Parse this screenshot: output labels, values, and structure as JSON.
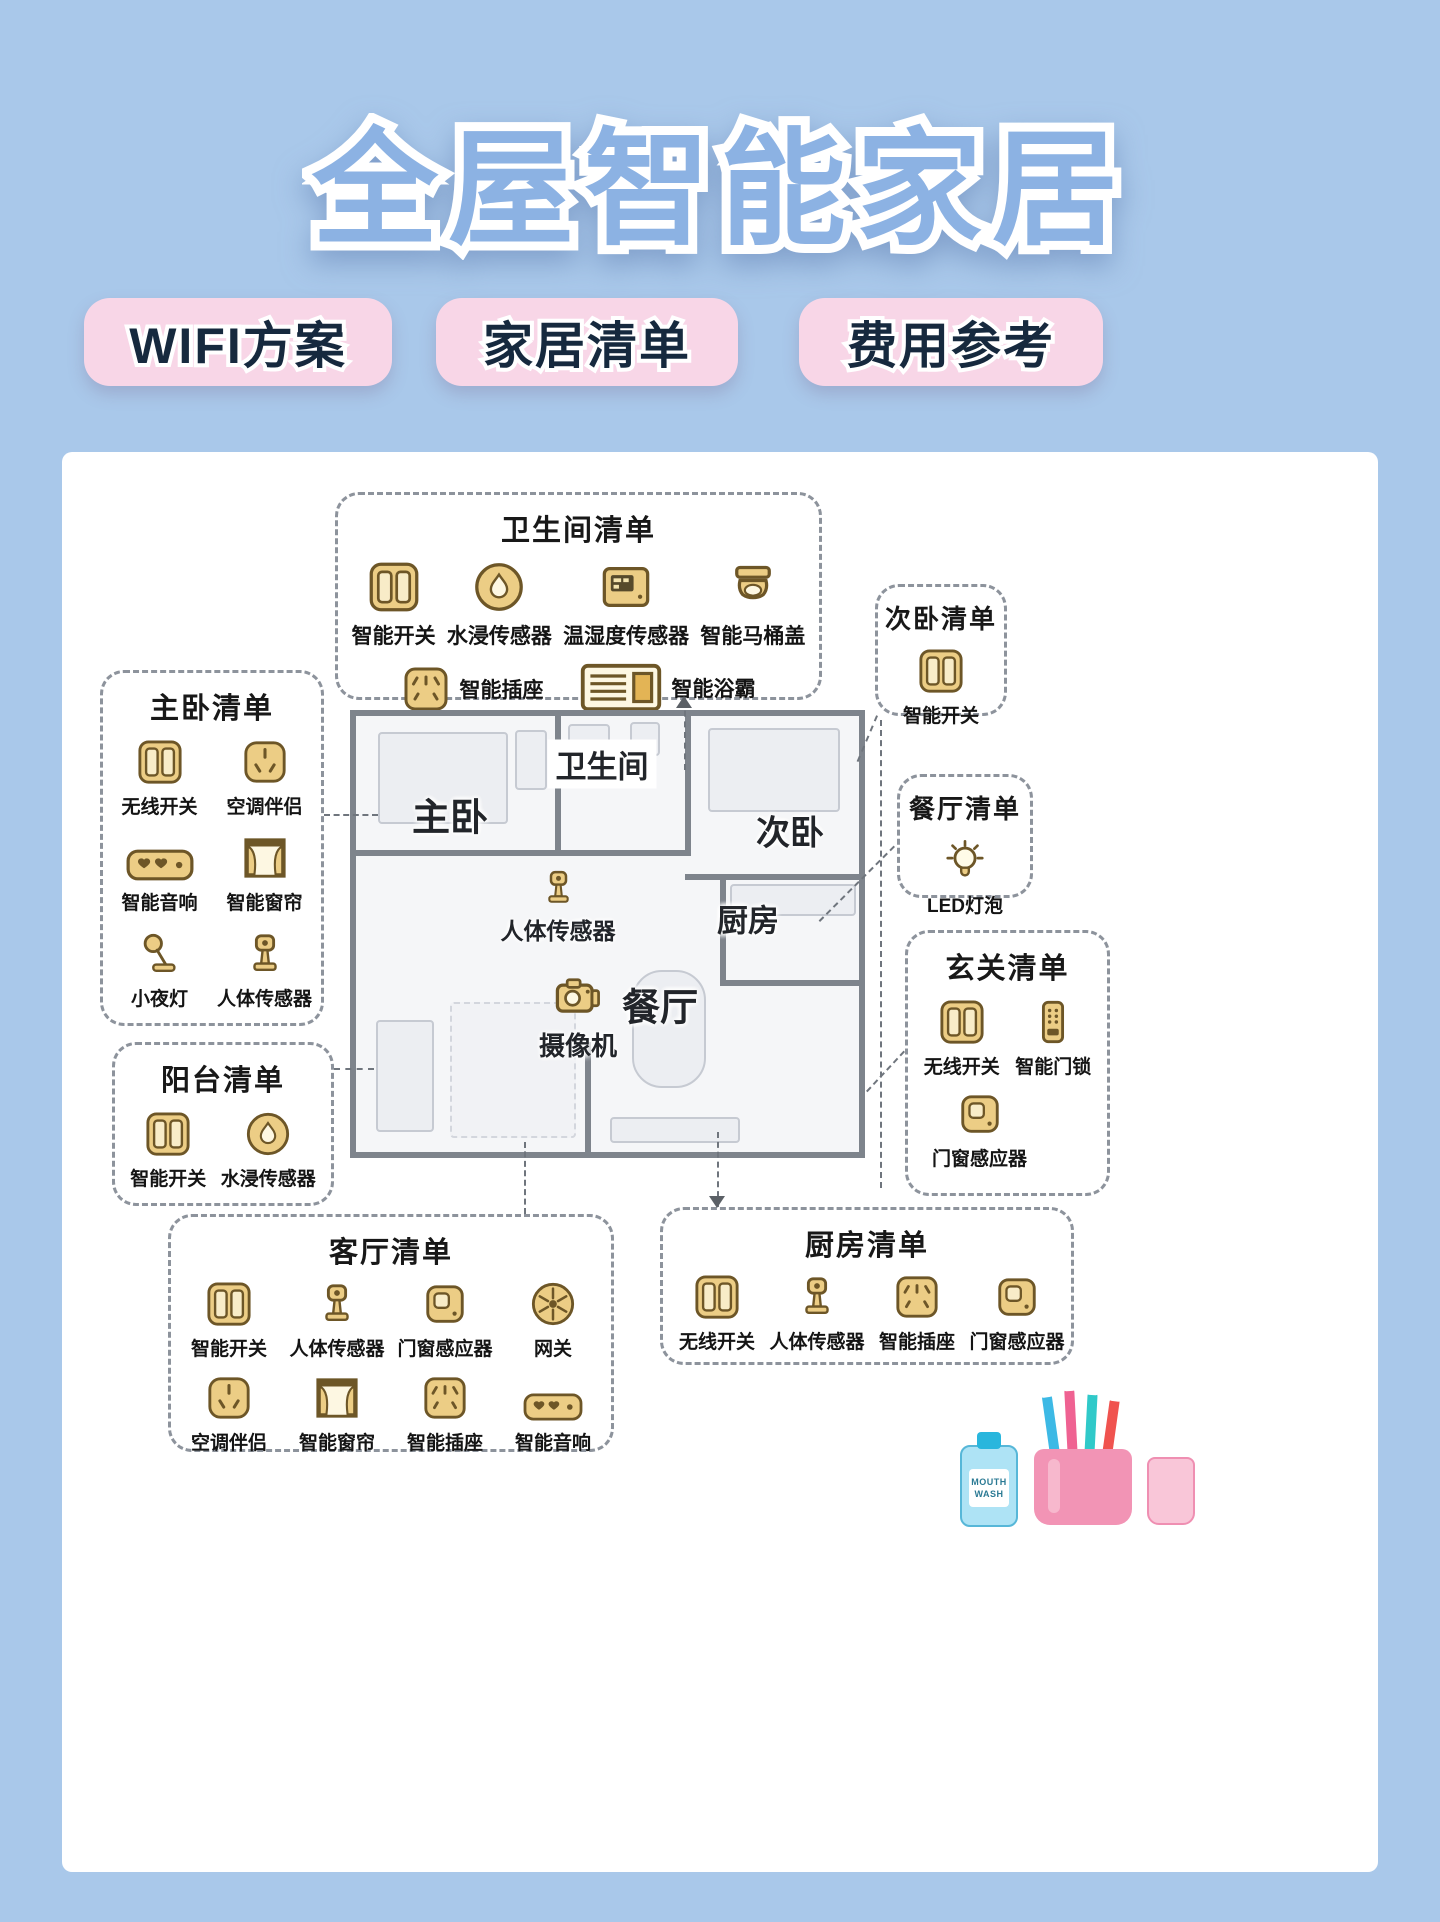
{
  "page": {
    "title": "全屋智能家居",
    "background_color": "#a9c8ea",
    "title_color": "#8cb2e3",
    "accent_pink": "#f8d6e7",
    "icon_tan": "#eccd85"
  },
  "pills": [
    {
      "label": "WIFI方案"
    },
    {
      "label": "家居清单"
    },
    {
      "label": "费用参考"
    }
  ],
  "panels": {
    "bathroom": {
      "title": "卫生间清单",
      "items": [
        {
          "label": "智能开关",
          "icon": "smart-switch-icon"
        },
        {
          "label": "水浸传感器",
          "icon": "water-leak-sensor-icon"
        },
        {
          "label": "温湿度传感器",
          "icon": "temp-humidity-sensor-icon"
        },
        {
          "label": "智能马桶盖",
          "icon": "smart-toilet-lid-icon"
        },
        {
          "label": "智能插座",
          "icon": "smart-socket-icon"
        },
        {
          "label": "智能浴霸",
          "icon": "bath-heater-icon"
        }
      ]
    },
    "second_bedroom": {
      "title": "次卧清单",
      "items": [
        {
          "label": "智能开关",
          "icon": "smart-switch-icon"
        }
      ]
    },
    "master_bedroom": {
      "title": "主卧清单",
      "items": [
        {
          "label": "无线开关",
          "icon": "wireless-switch-icon"
        },
        {
          "label": "空调伴侣",
          "icon": "ac-companion-icon"
        },
        {
          "label": "智能音响",
          "icon": "smart-speaker-icon"
        },
        {
          "label": "智能窗帘",
          "icon": "smart-curtain-icon"
        },
        {
          "label": "小夜灯",
          "icon": "night-light-icon"
        },
        {
          "label": "人体传感器",
          "icon": "body-sensor-icon"
        }
      ]
    },
    "dining": {
      "title": "餐厅清单",
      "items": [
        {
          "label": "LED灯泡",
          "icon": "led-bulb-icon"
        }
      ]
    },
    "entry": {
      "title": "玄关清单",
      "items": [
        {
          "label": "无线开关",
          "icon": "wireless-switch-icon"
        },
        {
          "label": "智能门锁",
          "icon": "smart-door-lock-icon"
        },
        {
          "label": "门窗感应器",
          "icon": "door-window-sensor-icon"
        }
      ]
    },
    "balcony": {
      "title": "阳台清单",
      "items": [
        {
          "label": "智能开关",
          "icon": "smart-switch-icon"
        },
        {
          "label": "水浸传感器",
          "icon": "water-leak-sensor-icon"
        }
      ]
    },
    "living": {
      "title": "客厅清单",
      "items": [
        {
          "label": "智能开关",
          "icon": "smart-switch-icon"
        },
        {
          "label": "人体传感器",
          "icon": "body-sensor-icon"
        },
        {
          "label": "门窗感应器",
          "icon": "door-window-sensor-icon"
        },
        {
          "label": "网关",
          "icon": "gateway-icon"
        },
        {
          "label": "空调伴侣",
          "icon": "ac-companion-icon"
        },
        {
          "label": "智能窗帘",
          "icon": "smart-curtain-icon"
        },
        {
          "label": "智能插座",
          "icon": "smart-socket-icon"
        },
        {
          "label": "智能音响",
          "icon": "smart-speaker-icon"
        }
      ]
    },
    "kitchen": {
      "title": "厨房清单",
      "items": [
        {
          "label": "无线开关",
          "icon": "wireless-switch-icon"
        },
        {
          "label": "人体传感器",
          "icon": "body-sensor-icon"
        },
        {
          "label": "智能插座",
          "icon": "smart-socket-icon"
        },
        {
          "label": "门窗感应器",
          "icon": "door-window-sensor-icon"
        }
      ]
    }
  },
  "floorplan": {
    "rooms": {
      "master": "主卧",
      "bathroom": "卫生间",
      "second": "次卧",
      "kitchen": "厨房",
      "dining": "餐厅"
    },
    "annotations": {
      "body_sensor": "人体传感器",
      "camera": "摄像机"
    }
  },
  "decor": {
    "mouthwash_line1": "MOUTH",
    "mouthwash_line2": "WASH"
  }
}
